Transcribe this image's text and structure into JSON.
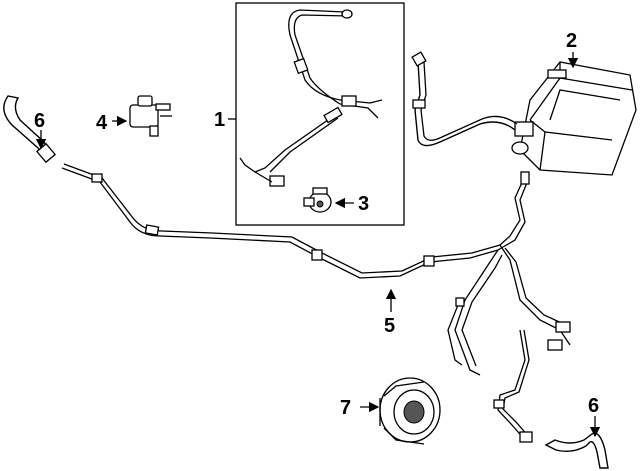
{
  "callouts": {
    "c1": "1",
    "c2": "2",
    "c3": "3",
    "c4": "4",
    "c5": "5",
    "c6a": "6",
    "c6b": "6",
    "c7": "7"
  },
  "icons": {
    "parts": [
      "vent-hose",
      "vacuum-solenoid",
      "wiring-harness",
      "charcoal-canister",
      "purge-valve",
      "fuel-vapor-line",
      "fuel-filler-door-housing"
    ]
  }
}
